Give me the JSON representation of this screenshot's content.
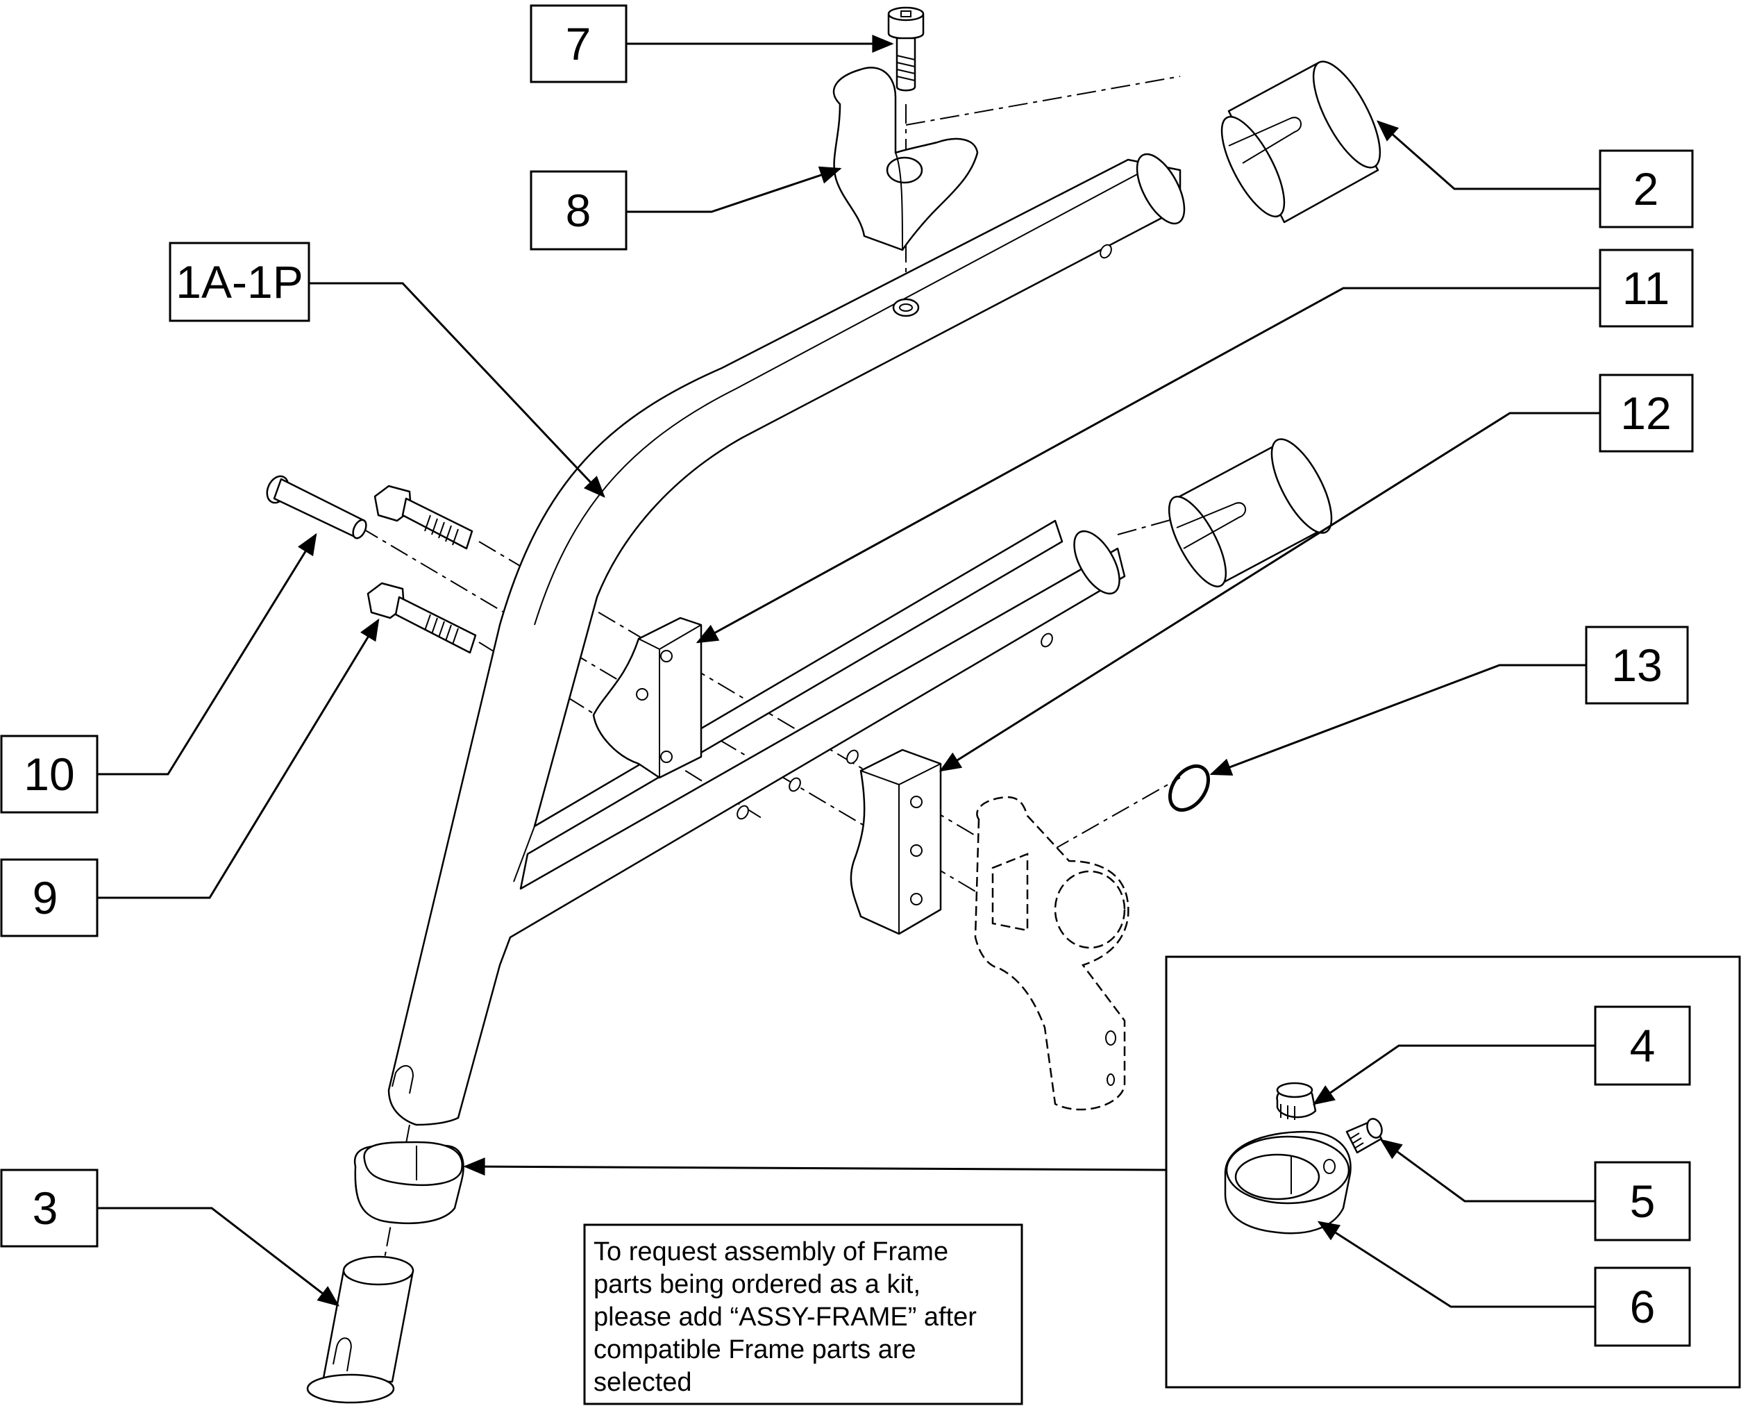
{
  "callouts": {
    "c7": "7",
    "c8": "8",
    "c1": "1A-1P",
    "c2": "2",
    "c11": "11",
    "c12": "12",
    "c13": "13",
    "c10": "10",
    "c9": "9",
    "c3": "3",
    "c4": "4",
    "c5": "5",
    "c6": "6"
  },
  "note": {
    "lines": [
      "To request assembly of Frame",
      "parts being ordered as a kit,",
      "please add “ASSY-FRAME” after",
      "compatible Frame parts are",
      "selected"
    ]
  }
}
